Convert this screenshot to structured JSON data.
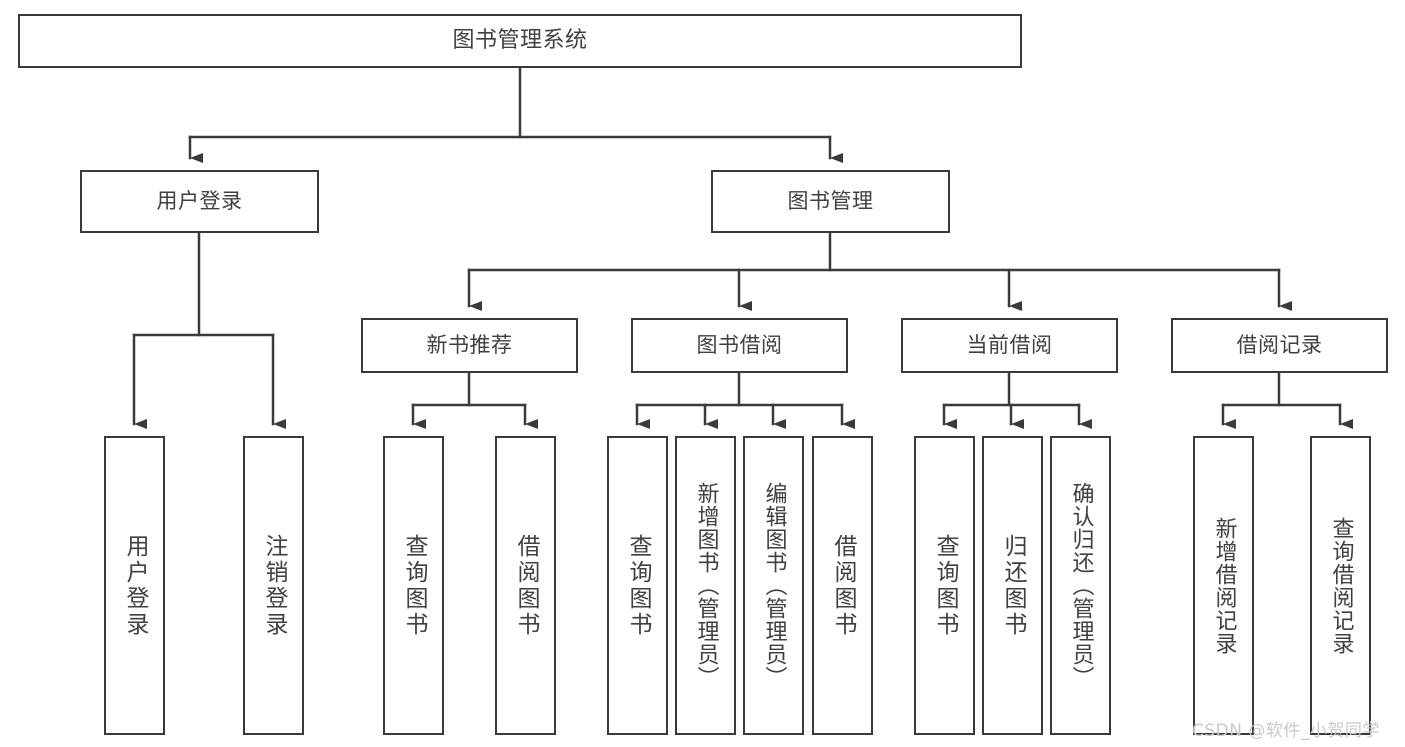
{
  "diagram": {
    "title": "图书管理系统",
    "type": "tree-hierarchy",
    "watermark": "CSDN @软件_小贺同学",
    "colors": {
      "stroke": "#3a3a3a",
      "text": "#404040",
      "background": "#ffffff",
      "watermark": "#c9c9c9"
    },
    "levels": {
      "root": {
        "label": "图书管理系统"
      },
      "level1": [
        {
          "id": "user-login",
          "label": "用户登录"
        },
        {
          "id": "book-management",
          "label": "图书管理"
        }
      ],
      "level2": [
        {
          "id": "new-book-recommend",
          "label": "新书推荐",
          "parent": "book-management"
        },
        {
          "id": "book-borrow",
          "label": "图书借阅",
          "parent": "book-management"
        },
        {
          "id": "current-borrow",
          "label": "当前借阅",
          "parent": "book-management"
        },
        {
          "id": "borrow-record",
          "label": "借阅记录",
          "parent": "book-management"
        }
      ],
      "leaves": [
        {
          "id": "leaf-user-login",
          "label": "用户登录",
          "parent": "user-login"
        },
        {
          "id": "leaf-logout-login",
          "label": "注销登录",
          "parent": "user-login"
        },
        {
          "id": "leaf-query-book-1",
          "label": "查询图书",
          "parent": "new-book-recommend"
        },
        {
          "id": "leaf-borrow-book-1",
          "label": "借阅图书",
          "parent": "new-book-recommend"
        },
        {
          "id": "leaf-query-book-2",
          "label": "查询图书",
          "parent": "book-borrow"
        },
        {
          "id": "leaf-add-book",
          "label": "新增图书（管理员）",
          "parent": "book-borrow"
        },
        {
          "id": "leaf-edit-book",
          "label": "编辑图书（管理员）",
          "parent": "book-borrow"
        },
        {
          "id": "leaf-borrow-book-2",
          "label": "借阅图书",
          "parent": "book-borrow"
        },
        {
          "id": "leaf-query-book-3",
          "label": "查询图书",
          "parent": "current-borrow"
        },
        {
          "id": "leaf-return-book",
          "label": "归还图书",
          "parent": "current-borrow"
        },
        {
          "id": "leaf-confirm-return",
          "label": "确认归还（管理员）",
          "parent": "current-borrow"
        },
        {
          "id": "leaf-add-record",
          "label": "新增借阅记录",
          "parent": "borrow-record"
        },
        {
          "id": "leaf-query-record",
          "label": "查询借阅记录",
          "parent": "borrow-record"
        }
      ]
    }
  }
}
